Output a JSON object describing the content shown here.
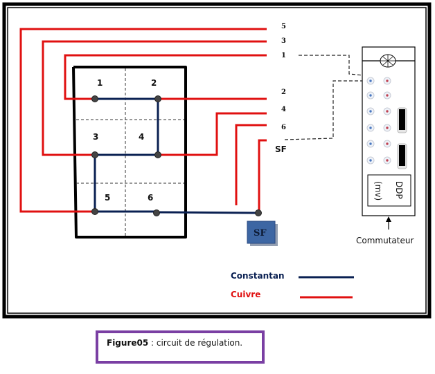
{
  "colors": {
    "constantan": "#0a2052",
    "cuivre": "#e01010",
    "frame": "#000000",
    "caption_border": "#7a3fa3",
    "sf_box": "#3d66a3"
  },
  "grid_cells": [
    "1",
    "2",
    "3",
    "4",
    "5",
    "6"
  ],
  "terminal_labels": [
    "5",
    "3",
    "1",
    "2",
    "4",
    "6",
    "SF"
  ],
  "sf_box_label": "SF",
  "commutateur": {
    "label": "Commutateur",
    "display_unit": "(mv)",
    "display_label": "DDP",
    "knob_icon": "selector-knob-icon",
    "terminal_rows": 6
  },
  "legend": {
    "items": [
      {
        "label": "Constantan",
        "color": "#0a2052"
      },
      {
        "label": "Cuivre",
        "color": "#e01010"
      }
    ]
  },
  "caption": {
    "prefix": "Figure05",
    "text": " : circuit de régulation."
  }
}
